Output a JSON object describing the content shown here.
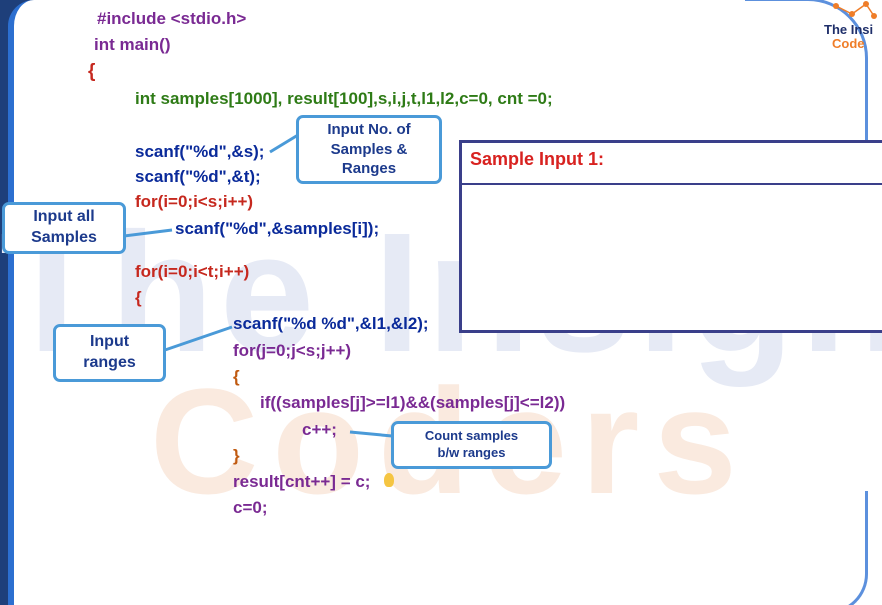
{
  "code_lines": {
    "include": "#include <stdio.h>",
    "main": "int main()",
    "open_brace": "{",
    "decl": "int samples[1000], result[100],s,i,j,t,l1,l2,c=0, cnt =0;",
    "scanf_s": "scanf(\"%d\",&s);",
    "scanf_t": "scanf(\"%d\",&t);",
    "for_i_s": "for(i=0;i<s;i++)",
    "scanf_samples": "scanf(\"%d\",&samples[i]);",
    "for_i_t": "for(i=0;i<t;i++)",
    "open_brace2": "{",
    "scanf_l1l2": "scanf(\"%d %d\",&l1,&l2);",
    "for_j": "for(j=0;j<s;j++)",
    "open_brace3": "{",
    "if_cond": "if((samples[j]>=l1)&&(samples[j]<=l2))",
    "c_inc": "c++;",
    "close_brace3": "}",
    "result_assign": "result[cnt++] = c;",
    "c_reset": "c=0;"
  },
  "callouts": {
    "input_no": "Input No. of\nSamples &\nRanges",
    "input_all": "Input  all\nSamples",
    "input_ranges": "Input\nranges",
    "count_samples": "Count samples\nb/w ranges"
  },
  "sample_box": {
    "title": "Sample Input 1:"
  },
  "watermark": {
    "line1": "The Insight",
    "line2": "Coders"
  },
  "logo": {
    "line1": "The Insi",
    "line2": "Code"
  },
  "colors": {
    "keyword_purple": "#7a2a93",
    "declaration_green": "#2e7b16",
    "input_blue": "#0a2a9a",
    "loop_red": "#c6281e",
    "inner_orange": "#c05a10",
    "callout_border": "#4a9ad8",
    "sample_title_red": "#d82220"
  }
}
